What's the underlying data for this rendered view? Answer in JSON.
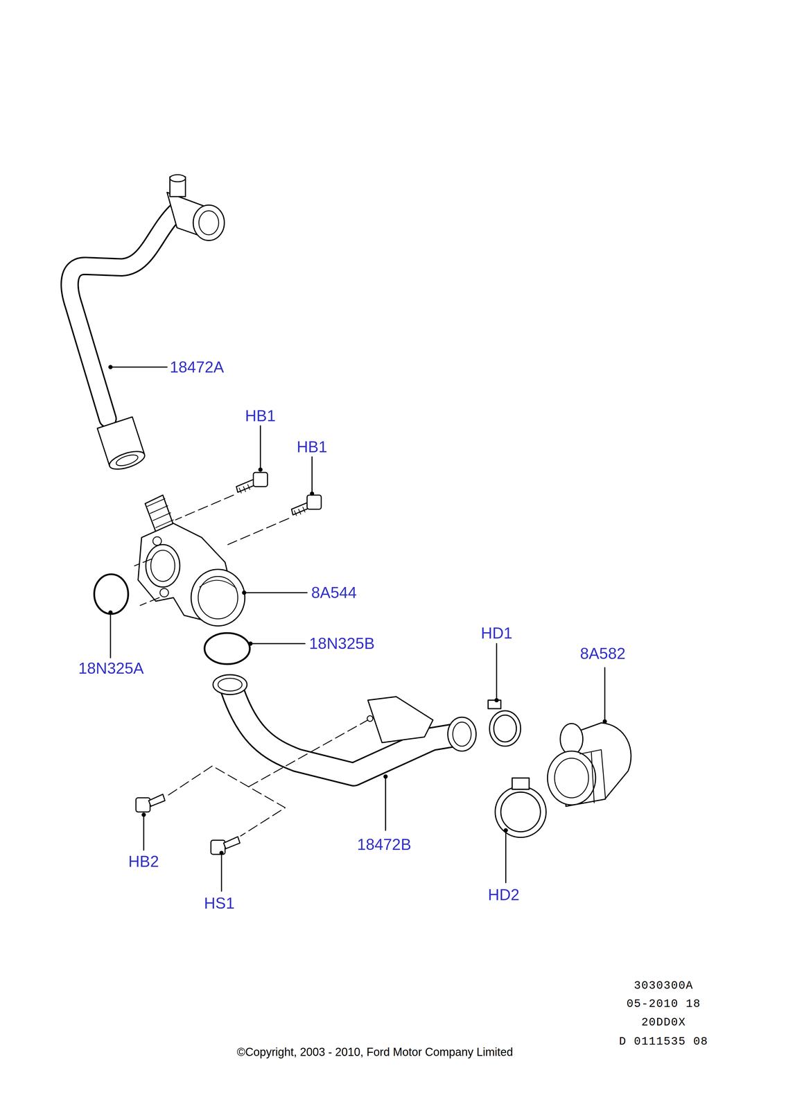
{
  "diagram": {
    "labels": [
      "18472A",
      "HB1",
      "HB1",
      "8A544",
      "18N325B",
      "18N325A",
      "HD1",
      "8A582",
      "18472B",
      "HB2",
      "HS1",
      "HD2",
      "3030300A",
      "05-2010 18",
      "20DD0X",
      "D 0111535 08",
      "©Copyright, 2003 - 2010, Ford Motor Company Limited"
    ]
  }
}
